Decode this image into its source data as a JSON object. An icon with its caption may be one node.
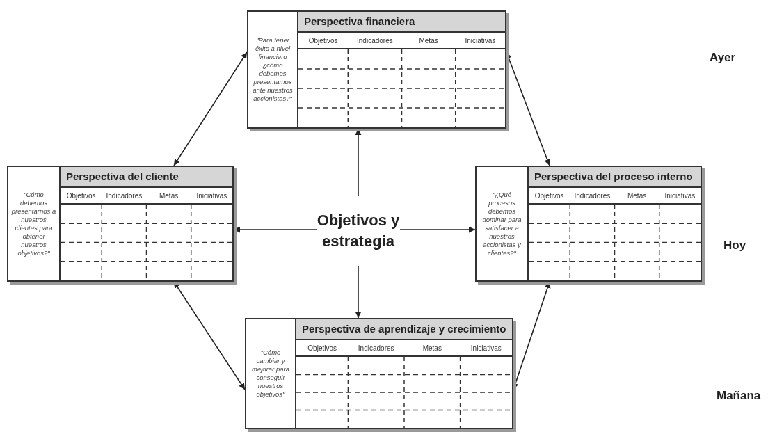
{
  "diagram": {
    "nodes": [
      {
        "text": [
          "\"Para tener éxito a nivel financiero ¿cómo debemos presentamos ante nuestros accionistas?\"",
          "Perspectiva financiera",
          "Objetivos",
          "Indicadores",
          "Metas",
          "Iniciativas"
        ]
      },
      {
        "text": [
          "\"Cómo debemos presentarnos a nuestros clientes para obtener nuestros objetivos?\"",
          "Perspectiva del cliente",
          "Objetivos",
          "Indicadores",
          "Metas",
          "Iniciativas"
        ]
      },
      {
        "text": [
          "Objetivos y estrategia"
        ]
      },
      {
        "text": [
          "\"¿Qué procesos debemos dominar para satisfacer a nuestros accionistas y clientes?\"",
          "Perspectiva del proceso interno",
          "Objetivos",
          "Indicadores",
          "Metas",
          "Iniciativas"
        ]
      },
      {
        "text": [
          "\"Cómo cambiar y mejorar para conseguir nuestros objetivos\"",
          "Perspectiva de aprendizaje y crecimiento",
          "Objetivos",
          "Indicadores",
          "Metas",
          "Iniciativas"
        ]
      }
    ],
    "edges": [
      {
        "from": 0,
        "to": 1,
        "arrow": "both"
      },
      {
        "from": 0,
        "to": 3,
        "arrow": "both"
      },
      {
        "from": 1,
        "to": 4,
        "arrow": "both"
      },
      {
        "from": 3,
        "to": 4,
        "arrow": "both"
      },
      {
        "from": 2,
        "to": 0,
        "arrow": "to"
      },
      {
        "from": 2,
        "to": 1,
        "arrow": "to"
      },
      {
        "from": 2,
        "to": 3,
        "arrow": "to"
      },
      {
        "from": 2,
        "to": 4,
        "arrow": "to"
      }
    ],
    "labels": [
      "Ayer",
      "Hoy",
      "Mañana"
    ]
  }
}
